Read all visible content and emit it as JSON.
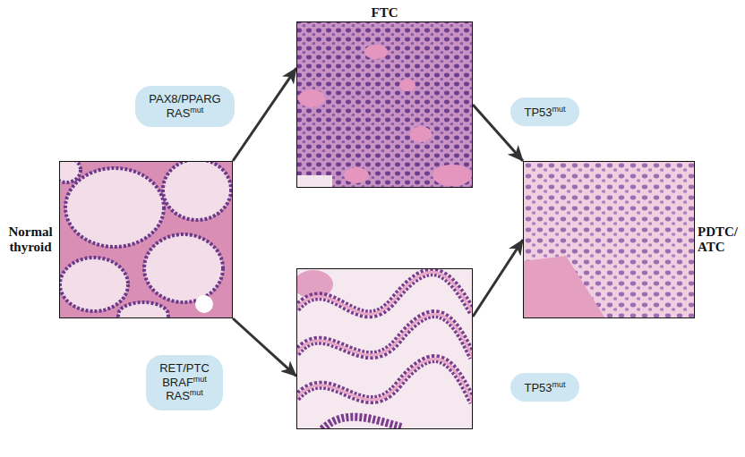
{
  "diagram": {
    "nodes": [
      {
        "text": [
          "Normal thyroid"
        ]
      },
      {
        "text": [
          "PAX8/PPARG RASmut"
        ]
      },
      {
        "text": [
          "FTC"
        ]
      },
      {
        "text": [
          "RET/PTC BRAFmut RASmut"
        ]
      },
      {
        "text": []
      },
      {
        "text": [
          "TP53mut"
        ]
      },
      {
        "text": [
          "TP53mut"
        ]
      },
      {
        "text": [
          "PDTC/ ATC"
        ]
      }
    ],
    "edges": [
      {
        "from": 0,
        "to": 2,
        "arrow": "to"
      },
      {
        "from": 0,
        "to": 4,
        "arrow": "to"
      },
      {
        "from": 2,
        "to": 7,
        "arrow": "to"
      },
      {
        "from": 4,
        "to": 7,
        "arrow": "to"
      }
    ]
  }
}
